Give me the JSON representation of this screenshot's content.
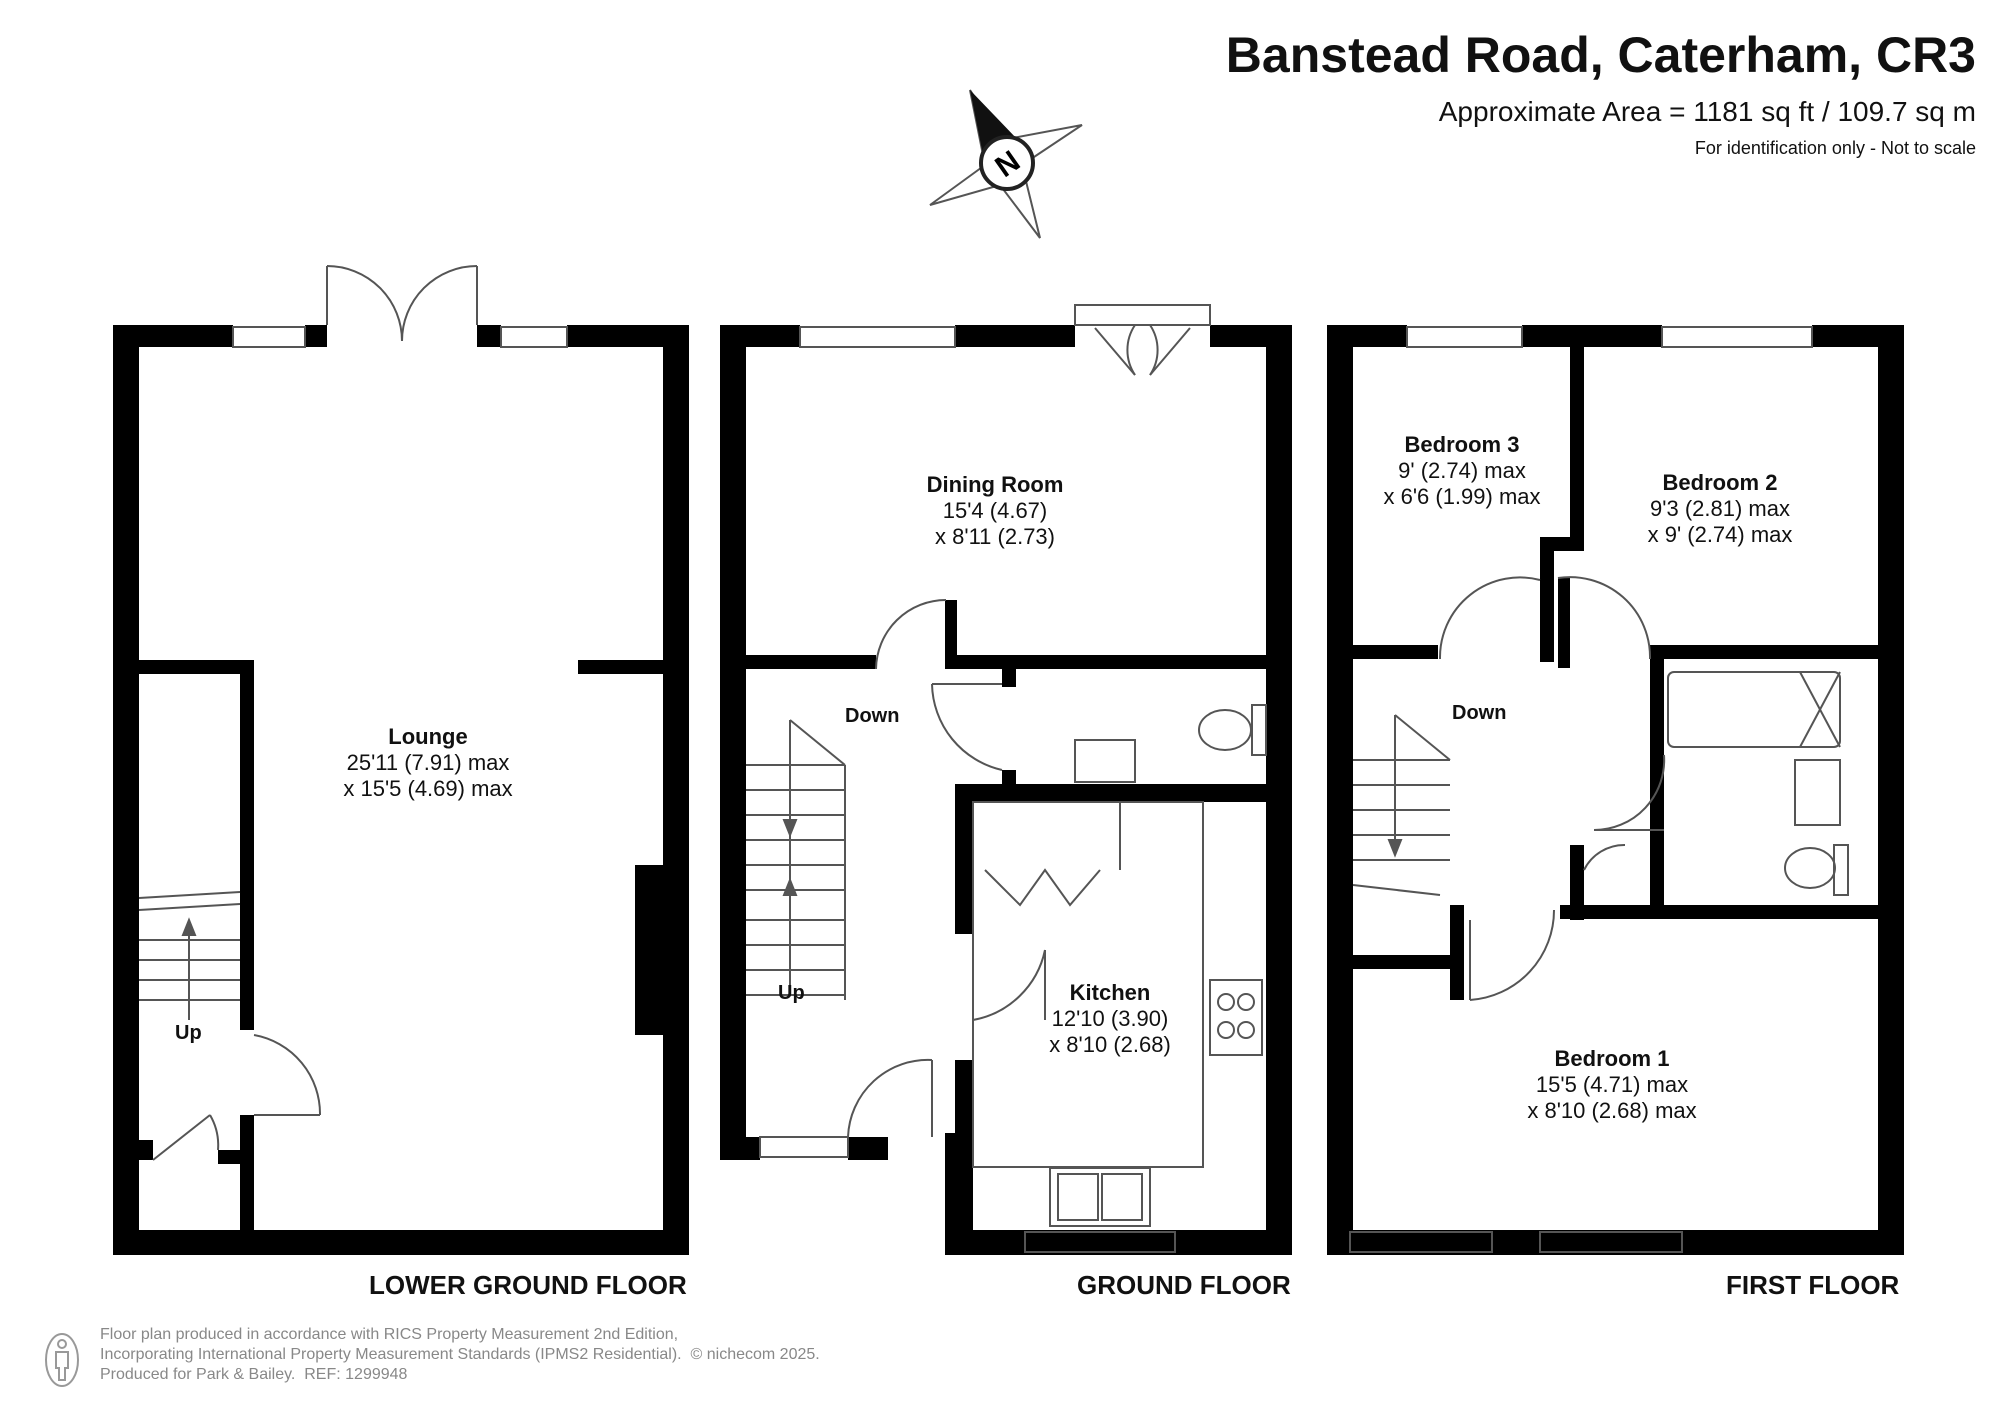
{
  "header": {
    "title": "Banstead Road, Caterham, CR3",
    "area": "Approximate Area = 1181 sq ft / 109.7 sq m",
    "identification": "For identification only - Not to scale"
  },
  "compass": {
    "label": "N"
  },
  "floors": {
    "lower_ground": {
      "label": "LOWER GROUND FLOOR",
      "rooms": [
        {
          "name": "Lounge",
          "dim1": "25'11 (7.91) max",
          "dim2": "x 15'5 (4.69) max"
        }
      ],
      "stairs_label": "Up"
    },
    "ground": {
      "label": "GROUND FLOOR",
      "rooms": [
        {
          "name": "Dining Room",
          "dim1": "15'4 (4.67)",
          "dim2": "x 8'11 (2.73)"
        },
        {
          "name": "Kitchen",
          "dim1": "12'10 (3.90)",
          "dim2": "x 8'10 (2.68)"
        }
      ],
      "stairs_down": "Down",
      "stairs_up": "Up"
    },
    "first": {
      "label": "FIRST FLOOR",
      "rooms": [
        {
          "name": "Bedroom 3",
          "dim1": "9' (2.74) max",
          "dim2": "x 6'6 (1.99) max"
        },
        {
          "name": "Bedroom 2",
          "dim1": "9'3 (2.81) max",
          "dim2": "x 9' (2.74) max"
        },
        {
          "name": "Bedroom 1",
          "dim1": "15'5 (4.71) max",
          "dim2": "x 8'10 (2.68) max"
        }
      ],
      "stairs_down": "Down"
    }
  },
  "footer": {
    "line1": "Floor plan produced in accordance with RICS Property Measurement 2nd Edition,",
    "line2": "Incorporating International Property Measurement Standards (IPMS2 Residential).",
    "copyright": "© nichecom 2025.",
    "line3": "Produced for Park & Bailey.",
    "ref": "REF: 1299948"
  },
  "colors": {
    "wall": "#000000",
    "fixture": "#555555",
    "text": "#111111",
    "footer_text": "#888888"
  }
}
